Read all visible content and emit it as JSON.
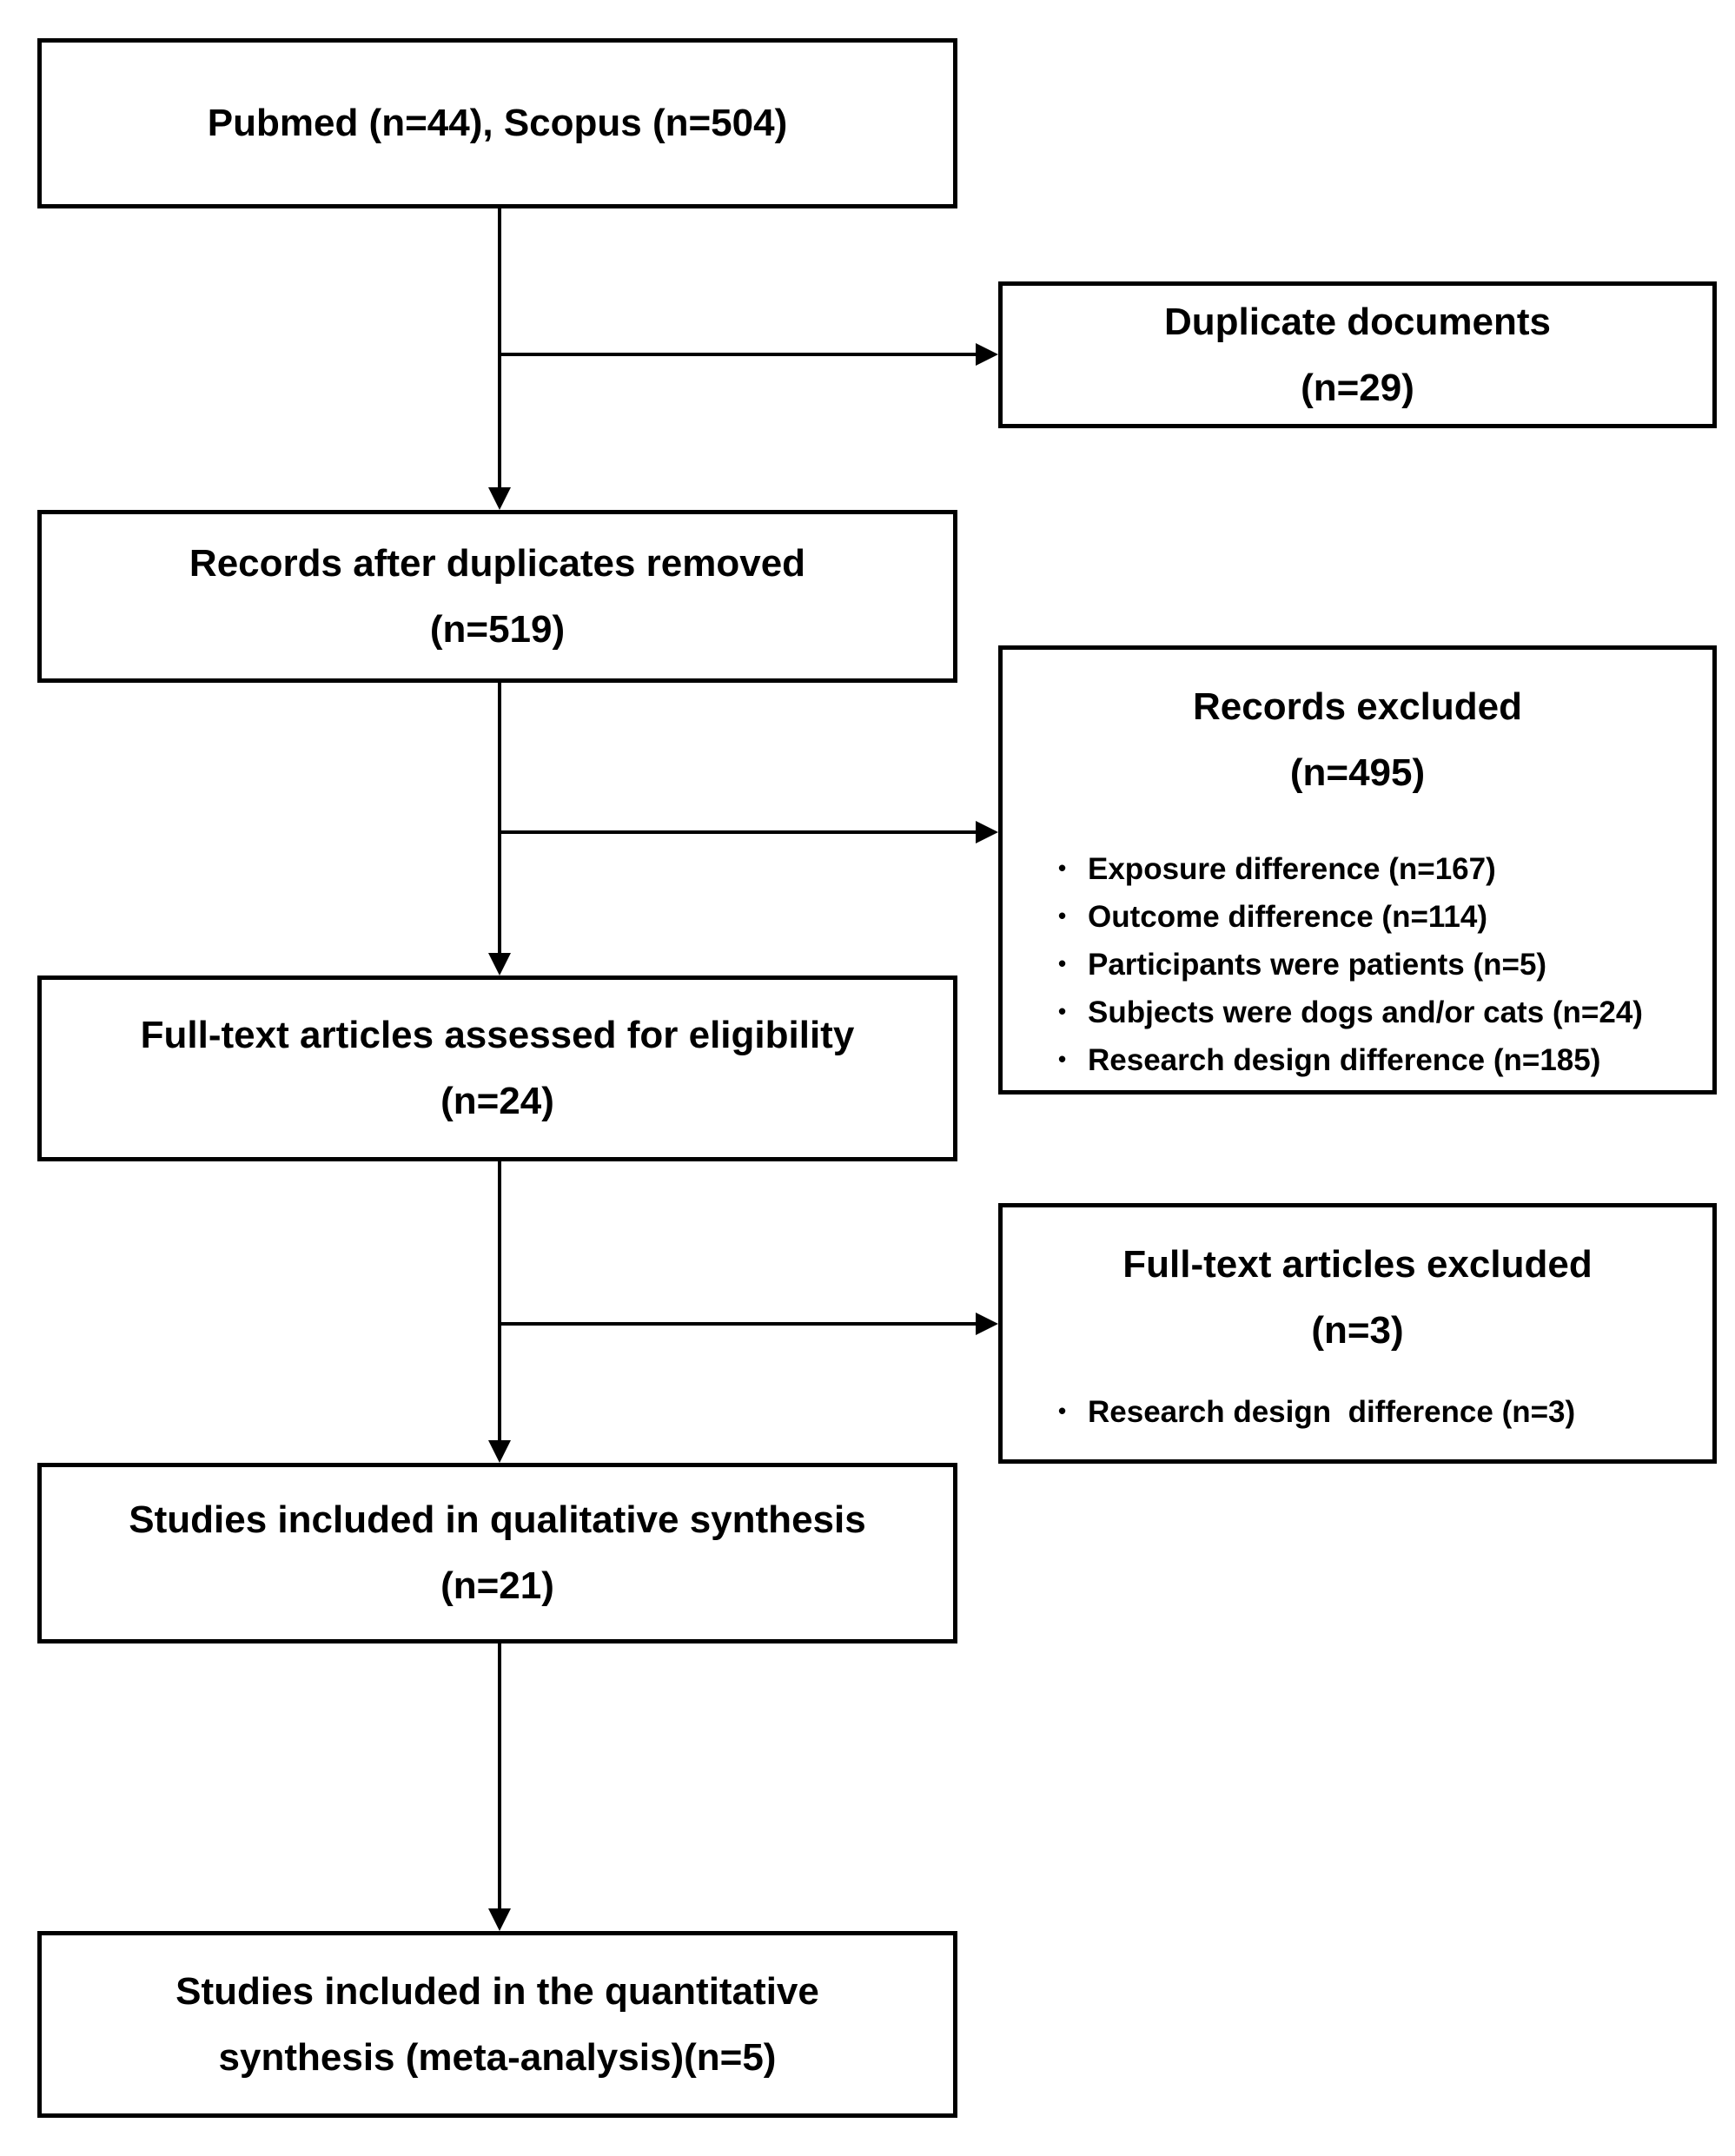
{
  "diagram": {
    "type": "prisma-flow",
    "background_color": "#ffffff",
    "line_color": "#000000",
    "text_color": "#000000",
    "boxes": {
      "sources": {
        "line1": "Pubmed (n=44), Scopus (n=504)"
      },
      "duplicate_documents": {
        "line1": "Duplicate documents",
        "line2": "(n=29)"
      },
      "after_duplicates": {
        "line1": "Records after duplicates removed",
        "line2": "(n=519)"
      },
      "records_excluded": {
        "line1": "Records excluded",
        "line2": "(n=495)",
        "bullets": [
          "Exposure difference (n=167)",
          "Outcome difference (n=114)",
          "Participants were patients (n=5)",
          "Subjects were dogs and/or cats (n=24)",
          "Research design difference (n=185)"
        ]
      },
      "fulltext_assessed": {
        "line1": "Full-text articles assessed for eligibility",
        "line2": "(n=24)"
      },
      "fulltext_excluded": {
        "line1": "Full-text articles excluded",
        "line2": "(n=3)",
        "bullets": [
          "Research design  difference (n=3)"
        ]
      },
      "qualitative_synthesis": {
        "line1": "Studies included in qualitative synthesis",
        "line2": "(n=21)"
      },
      "quantitative_synthesis": {
        "line1": "Studies included in the quantitative",
        "line2": "synthesis (meta-analysis)(n=5)"
      }
    }
  }
}
